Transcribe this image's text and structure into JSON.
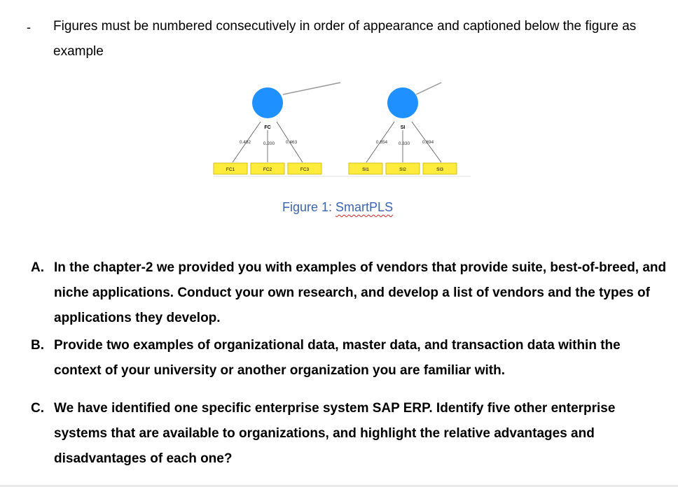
{
  "intro": {
    "dash": "-",
    "text": "Figures must be numbered consecutively in order of appearance and captioned below the figure as example"
  },
  "figure": {
    "latent_left": "FC",
    "latent_right": "SI",
    "loadings_left": [
      "0.482",
      "0.200",
      "0.463"
    ],
    "loadings_right": [
      "0.854",
      "0.830",
      "0.894"
    ],
    "indicators": [
      "FC1",
      "FC2",
      "FC3",
      "SI1",
      "SI2",
      "SI3"
    ],
    "colors": {
      "latent": "#1e90ff",
      "indicator": "#ffeb3b",
      "indicator_border": "#c9b400"
    }
  },
  "caption": {
    "prefix": "Figure 1: ",
    "name": "SmartPLS"
  },
  "questions": [
    {
      "marker": "A.",
      "text": "In the chapter-2 we provided you with examples of vendors that provide suite, best-of-breed, and niche applications. Conduct your own research, and develop a list of vendors and the types of applications they develop."
    },
    {
      "marker": "B.",
      "text": "Provide two examples of organizational data, master data, and transaction data within the context of your university or another organization you are familiar with."
    },
    {
      "marker": "C.",
      "text": "We have identified one specific enterprise system SAP ERP. Identify five other enterprise systems that are available to organizations, and highlight the relative advantages and disadvantages of each one?"
    }
  ]
}
